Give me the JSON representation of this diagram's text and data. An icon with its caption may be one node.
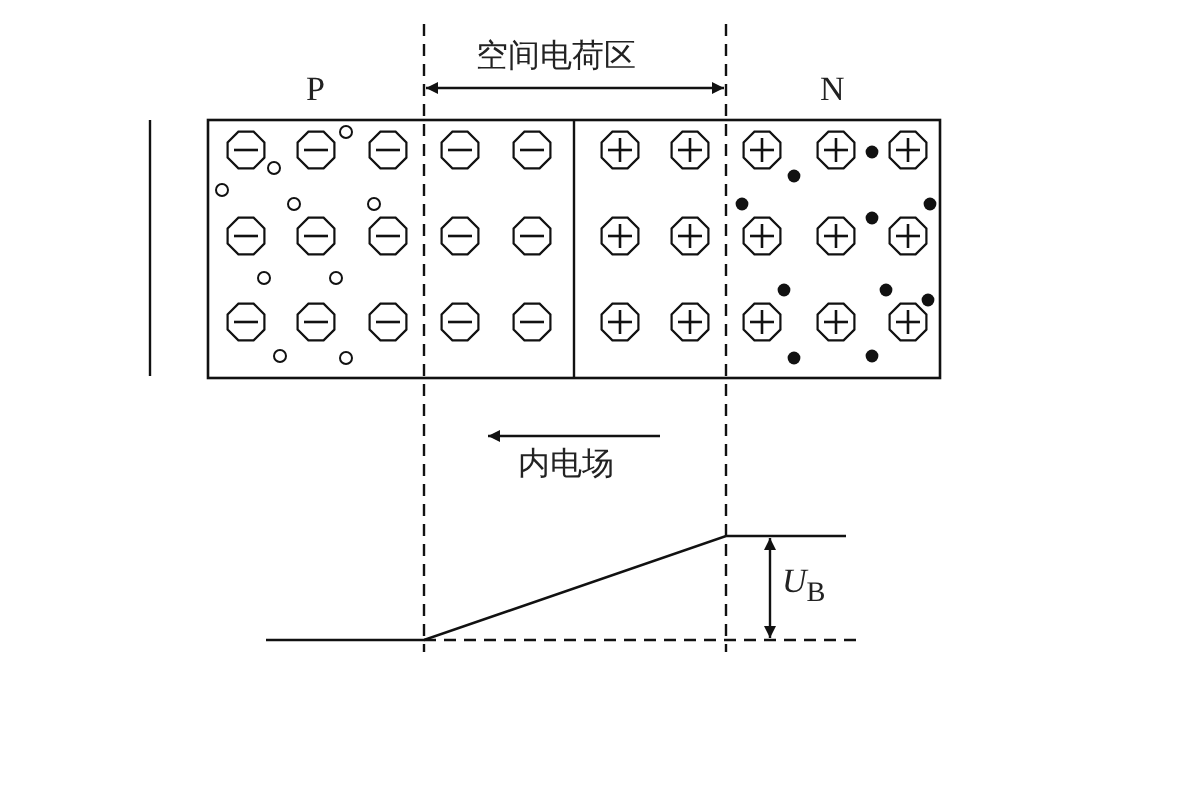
{
  "diagram": {
    "labels": [
      "P",
      "空间电荷区",
      "N",
      "内电场",
      "*U*$_{B}$"
    ]
  }
}
